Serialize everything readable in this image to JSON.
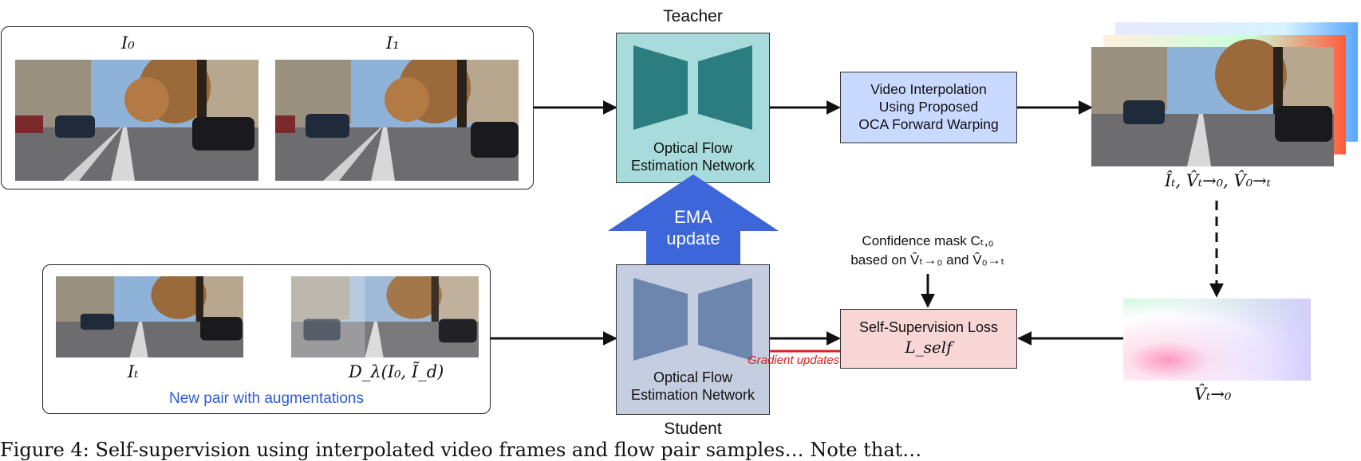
{
  "teacher": {
    "title": "Teacher",
    "network_line1": "Optical Flow",
    "network_line2": "Estimation Network"
  },
  "student": {
    "title": "Student",
    "network_line1": "Optical Flow",
    "network_line2": "Estimation Network"
  },
  "ema": {
    "line1": "EMA",
    "line2": "update"
  },
  "input_top": {
    "label_left": "I₀",
    "label_right": "I₁"
  },
  "input_bottom": {
    "label_left": "Iₜ",
    "label_right": "D_λ(I₀, Ĩ_d)",
    "caption": "New pair with augmentations"
  },
  "video_interp": {
    "line1": "Video Interpolation",
    "line2": "Using Proposed",
    "line3": "OCA Forward Warping"
  },
  "outputs_label": "Îₜ, V̂ₜ→₀, V̂₀→ₜ",
  "flow_label": "V̂ₜ→₀",
  "confidence": {
    "line1": "Confidence mask Cₜ,₀",
    "line2": "based on V̂ₜ→₀ and V̂₀→ₜ"
  },
  "loss": {
    "line1": "Self-Supervision Loss",
    "line2": "L_self"
  },
  "gradient_label": "Gradient updates",
  "caption_fragment": "Figure 4: Self-supervision using interpolated video frames and flow pair samples… Note that…",
  "colors": {
    "teacher_fill": "#a8dcdc",
    "student_fill": "#c5cde0",
    "teacher_shape": "#2b7d80",
    "student_shape": "#6d86ad",
    "ema_arrow": "#3e66db",
    "video_box": "#c9d9ff",
    "loss_box": "#f8d6d6",
    "gradient": "#e02020",
    "caption_blue": "#2f5bd6"
  }
}
